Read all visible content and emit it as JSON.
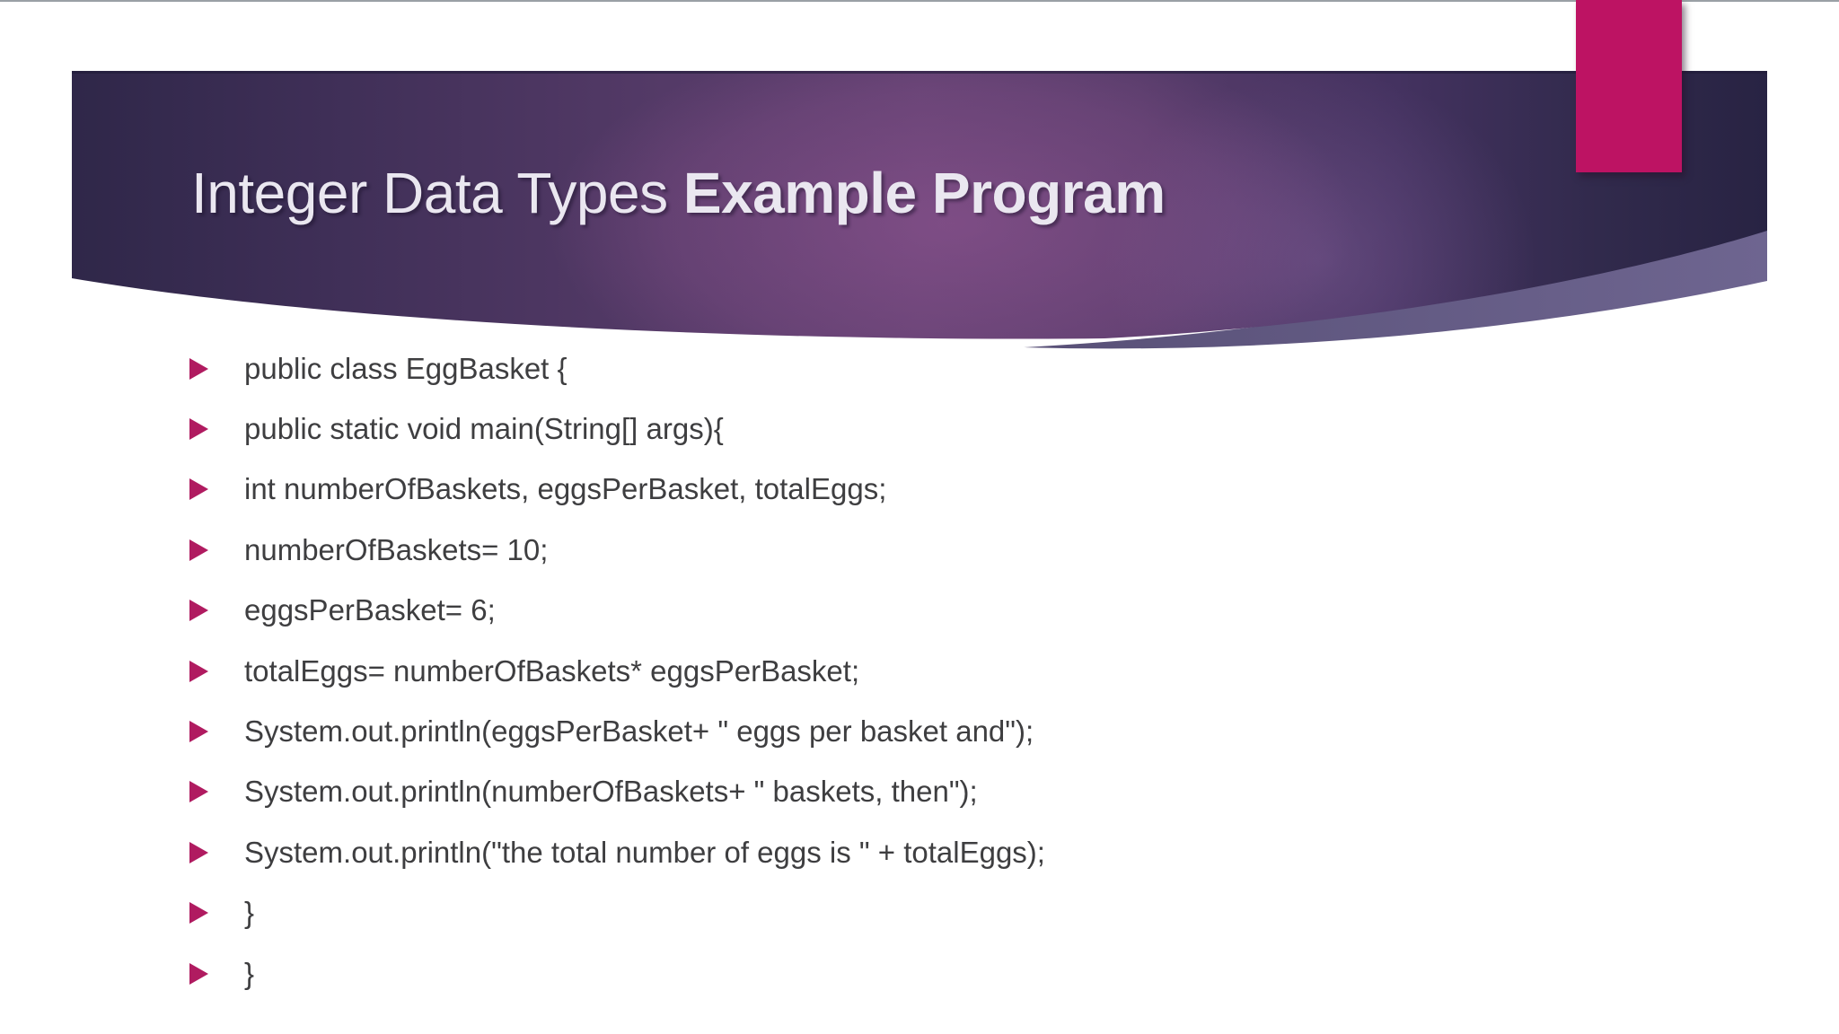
{
  "slide": {
    "header": {
      "title_regular": "Integer Data Types ",
      "title_bold": "Example Program",
      "title_text_color": "#eae7f0",
      "band_gradient": [
        "#2f2749",
        "#543a67",
        "#5d3f6e",
        "#443260",
        "#282343"
      ],
      "swoosh_gradient": [
        "#585077",
        "#6e6590"
      ]
    },
    "accent": {
      "tab_color": "#bd1363",
      "bullet_color": "#b01b60",
      "top_line_color": "#9aa0a5"
    },
    "body": {
      "text_color": "#3e3e40",
      "bullets": [
        "public class EggBasket {",
        "public static void main(String[] args){",
        "int numberOfBaskets, eggsPerBasket, totalEggs;",
        "numberOfBaskets= 10;",
        "eggsPerBasket= 6;",
        "totalEggs= numberOfBaskets* eggsPerBasket;",
        "System.out.println(eggsPerBasket+ \" eggs per basket and\");",
        "System.out.println(numberOfBaskets+ \" baskets, then\");",
        "System.out.println(\"the total number of eggs is \" + totalEggs);",
        "}",
        "}"
      ]
    }
  }
}
